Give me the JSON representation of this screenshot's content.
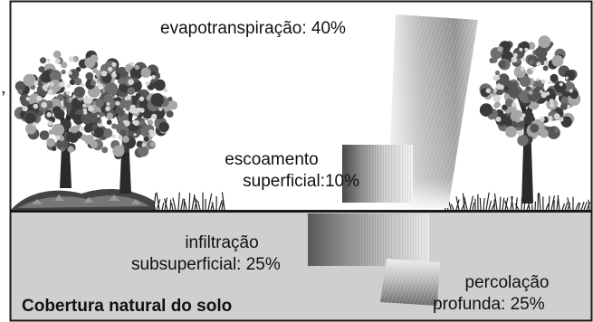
{
  "figure": {
    "caption": "Cobertura natural do solo",
    "stray_mark": ","
  },
  "flows": {
    "evapotranspiration": "evapotranspiração: 40%",
    "surface_runoff_line1": "escoamento",
    "surface_runoff_line2": "superficial:10%",
    "subsurface_line1": "infiltração",
    "subsurface_line2": "subsuperficial: 25%",
    "deep_line1": "percolação",
    "deep_line2": "profunda: 25%"
  },
  "colors": {
    "sky": "#ffffff",
    "soil": "#cfcfcf",
    "frame": "#1a1a1a",
    "tree_dark": "#3a3a3a",
    "tree_mid": "#6e6e6e",
    "tree_light": "#a6a6a6"
  },
  "icons": [
    "tree-icon",
    "grass-icon",
    "leaf-litter-icon"
  ]
}
